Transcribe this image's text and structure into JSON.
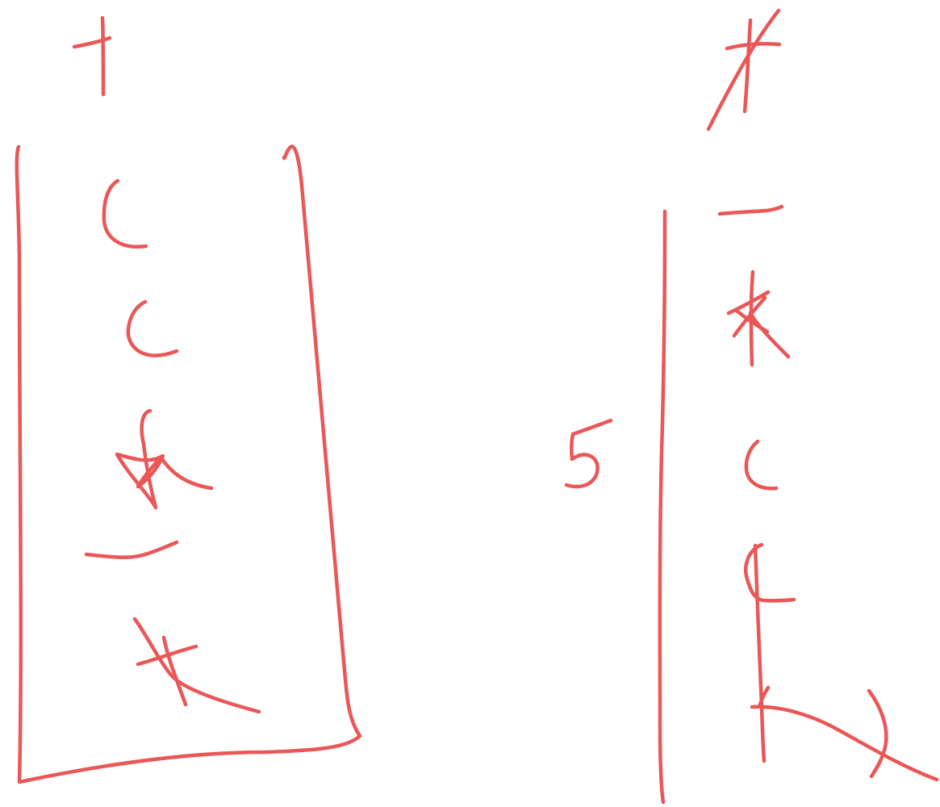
{
  "canvas": {
    "background": "#ffffff",
    "ink_color": "#e95757"
  },
  "drawing": {
    "left_group": {
      "top_symbol_icon": "plus-sign",
      "container_icon": "hand-drawn-box",
      "stack_symbols": [
        "c-curve",
        "c-curve",
        "star-scribble",
        "dash-curve",
        "cross-scribble"
      ]
    },
    "right_group": {
      "number_label": "5",
      "top_symbol_icon": "crossed-out-plus",
      "divider_icon": "vertical-line",
      "stack_symbols": [
        "dash",
        "star-scribble",
        "c-curve",
        "plus-curve",
        "cross-scribble",
        "closing-bracket"
      ]
    }
  }
}
